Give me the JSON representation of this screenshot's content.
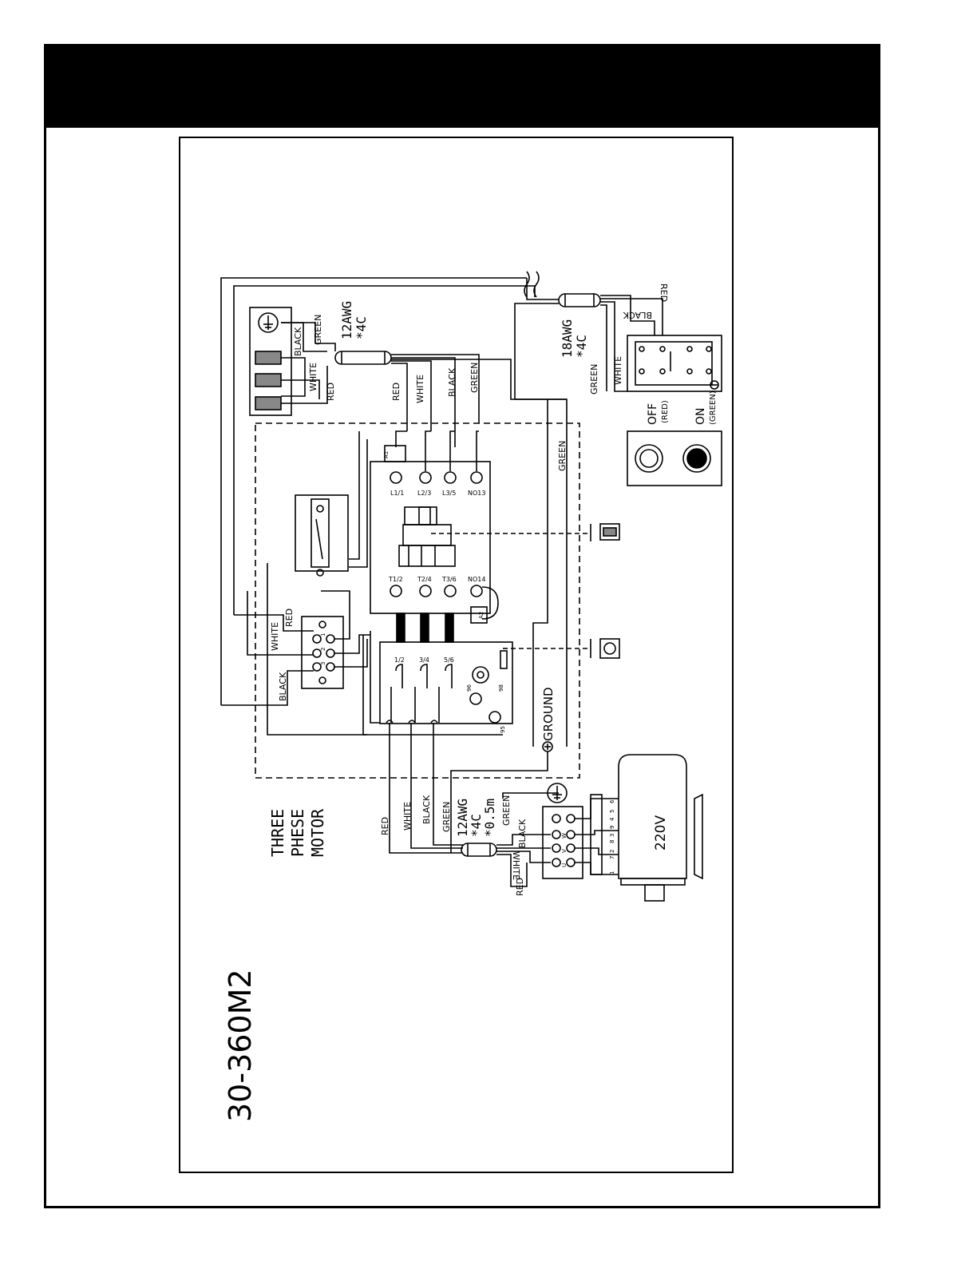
{
  "header": {
    "background": "#000000"
  },
  "diagram": {
    "model": "30-360M2",
    "motor_title": [
      "THREE",
      "PHESE",
      "MOTOR"
    ],
    "motor_voltage": "220V",
    "cables": {
      "main_gauge": "12AWG",
      "main_cores": "*4C",
      "switch_gauge": "18AWG",
      "switch_cores": "*4C",
      "motor_gauge": "12AWG",
      "motor_cores": "*4C",
      "motor_length": "*0.5m"
    },
    "wires": {
      "red": "RED",
      "white": "WHITE",
      "black": "BLACK",
      "green": "GREEN",
      "ground": "GROUND"
    },
    "switch": {
      "off": "OFF",
      "off_color": "(RED)",
      "on": "ON",
      "on_color": "(GREEN)"
    },
    "contactor_top": [
      "L1/1",
      "L2/3",
      "L3/5",
      "NO13"
    ],
    "contactor_bottom": [
      "T1/2",
      "T2/4",
      "T3/6",
      "NO14"
    ],
    "coil_labels": [
      "A1",
      "A2"
    ],
    "overload_terminals": [
      "1/2",
      "3/4",
      "5/6"
    ],
    "overload_aux": [
      "96",
      "98",
      "95"
    ],
    "terminal_numbers": [
      "1",
      "2",
      "3"
    ],
    "motor_terminals": [
      "U",
      "V",
      "W"
    ],
    "motor_leads": [
      "1",
      "7",
      "2",
      "8",
      "3",
      "9",
      "4",
      "5",
      "6"
    ]
  }
}
